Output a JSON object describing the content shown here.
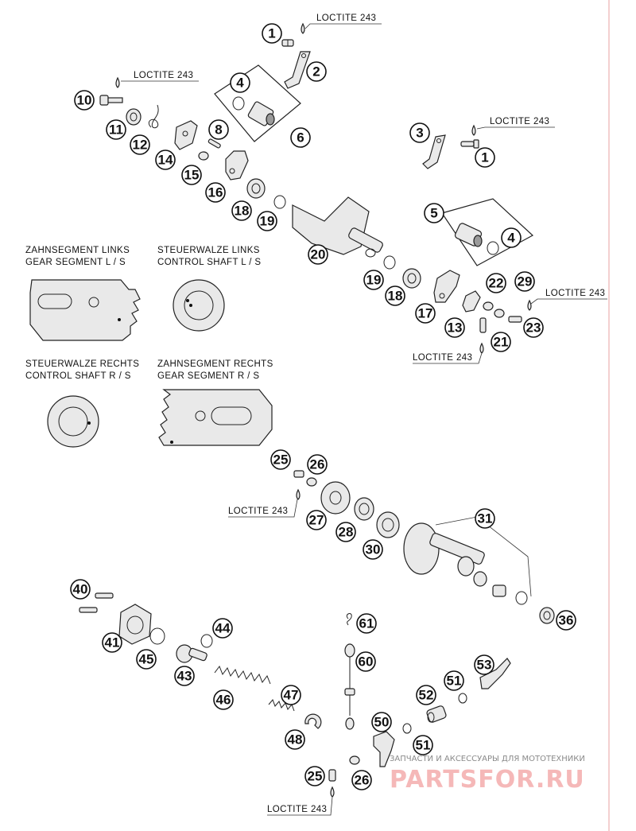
{
  "loctite_label": "LOCTITE 243",
  "gear_segment_left": {
    "line1": "ZAHNSEGMENT LINKS",
    "line2": "GEAR SEGMENT L / S"
  },
  "control_shaft_left": {
    "line1": "STEUERWALZE LINKS",
    "line2": "CONTROL SHAFT L / S"
  },
  "control_shaft_right": {
    "line1": "STEUERWALZE RECHTS",
    "line2": "CONTROL SHAFT R / S"
  },
  "gear_segment_right": {
    "line1": "ZAHNSEGMENT RECHTS",
    "line2": "GEAR SEGMENT R / S"
  },
  "callouts": [
    "1",
    "2",
    "4",
    "6",
    "10",
    "11",
    "12",
    "14",
    "8",
    "15",
    "16",
    "18",
    "19",
    "3",
    "1",
    "20",
    "5",
    "4",
    "19",
    "18",
    "17",
    "13",
    "22",
    "29",
    "21",
    "23",
    "25",
    "26",
    "27",
    "28",
    "30",
    "31",
    "36",
    "40",
    "41",
    "45",
    "44",
    "43",
    "46",
    "47",
    "48",
    "61",
    "60",
    "53",
    "51",
    "52",
    "50",
    "51",
    "25",
    "26"
  ],
  "watermark": {
    "tagline": "ЗАПЧАСТИ И АКСЕССУАРЫ ДЛЯ МОТОТЕХНИКИ",
    "brand": "PARTSFOR.RU"
  },
  "colors": {
    "line": "#222222",
    "part_fill": "#e9e9e9",
    "watermark": "#f2a0a0",
    "margin_rule": "#e8a0a0"
  }
}
